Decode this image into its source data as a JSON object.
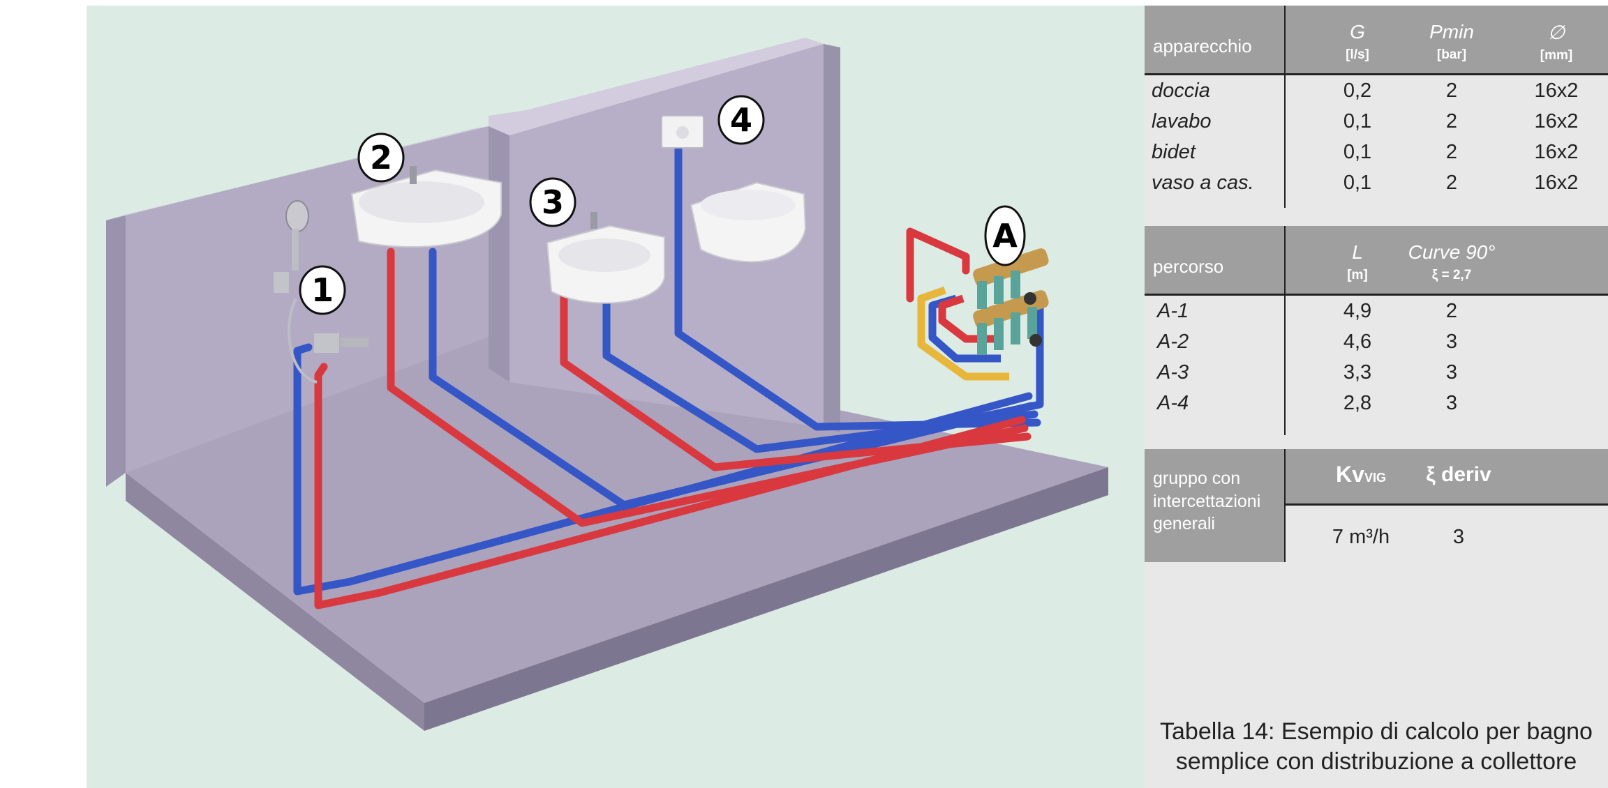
{
  "colors": {
    "hot_pipe": "#d8383e",
    "cold_pipe": "#3556c7",
    "gas_pipe": "#e7b63a",
    "background": "#dcebe3",
    "table_header": "#9f9f9f"
  },
  "labels": {
    "fixture1": "1",
    "fixture2": "2",
    "fixture3": "3",
    "fixture4": "4",
    "manifold": "A"
  },
  "fixtures": [
    "shower-mixer",
    "washbasin",
    "bidet",
    "wall-hung-wc",
    "flush-plate",
    "manifold-A"
  ],
  "table_apparecchi": {
    "header": {
      "name": "apparecchio",
      "g": "G",
      "g_unit": "[l/s]",
      "pmin": "Pmin",
      "pmin_unit": "[bar]",
      "diam": "∅",
      "diam_unit": "[mm]"
    },
    "rows": [
      {
        "name": "doccia",
        "g": "0,2",
        "pmin": "2",
        "diam": "16x2"
      },
      {
        "name": "lavabo",
        "g": "0,1",
        "pmin": "2",
        "diam": "16x2"
      },
      {
        "name": "bidet",
        "g": "0,1",
        "pmin": "2",
        "diam": "16x2"
      },
      {
        "name": "vaso a cas.",
        "g": "0,1",
        "pmin": "2",
        "diam": "16x2"
      }
    ]
  },
  "table_percorsi": {
    "header": {
      "name": "percorso",
      "l": "L",
      "l_unit": "[m]",
      "curve": "Curve 90°",
      "curve_sub": "ξ = 2,7"
    },
    "rows": [
      {
        "name": "A-1",
        "l": "4,9",
        "curve": "2"
      },
      {
        "name": "A-2",
        "l": "4,6",
        "curve": "3"
      },
      {
        "name": "A-3",
        "l": "3,3",
        "curve": "3"
      },
      {
        "name": "A-4",
        "l": "2,8",
        "curve": "3"
      }
    ]
  },
  "table_gruppo": {
    "header": {
      "name_l1": "gruppo con",
      "name_l2": "intercettazioni",
      "name_l3": "generali",
      "kv": "Kv",
      "kv_sub": "VIG",
      "xi": "ξ deriv"
    },
    "row": {
      "kv": "7 m³/h",
      "xi": "3"
    }
  },
  "caption": {
    "line1": "Tabella 14: Esempio di calcolo per bagno",
    "line2": "semplice con distribuzione a collettore"
  }
}
